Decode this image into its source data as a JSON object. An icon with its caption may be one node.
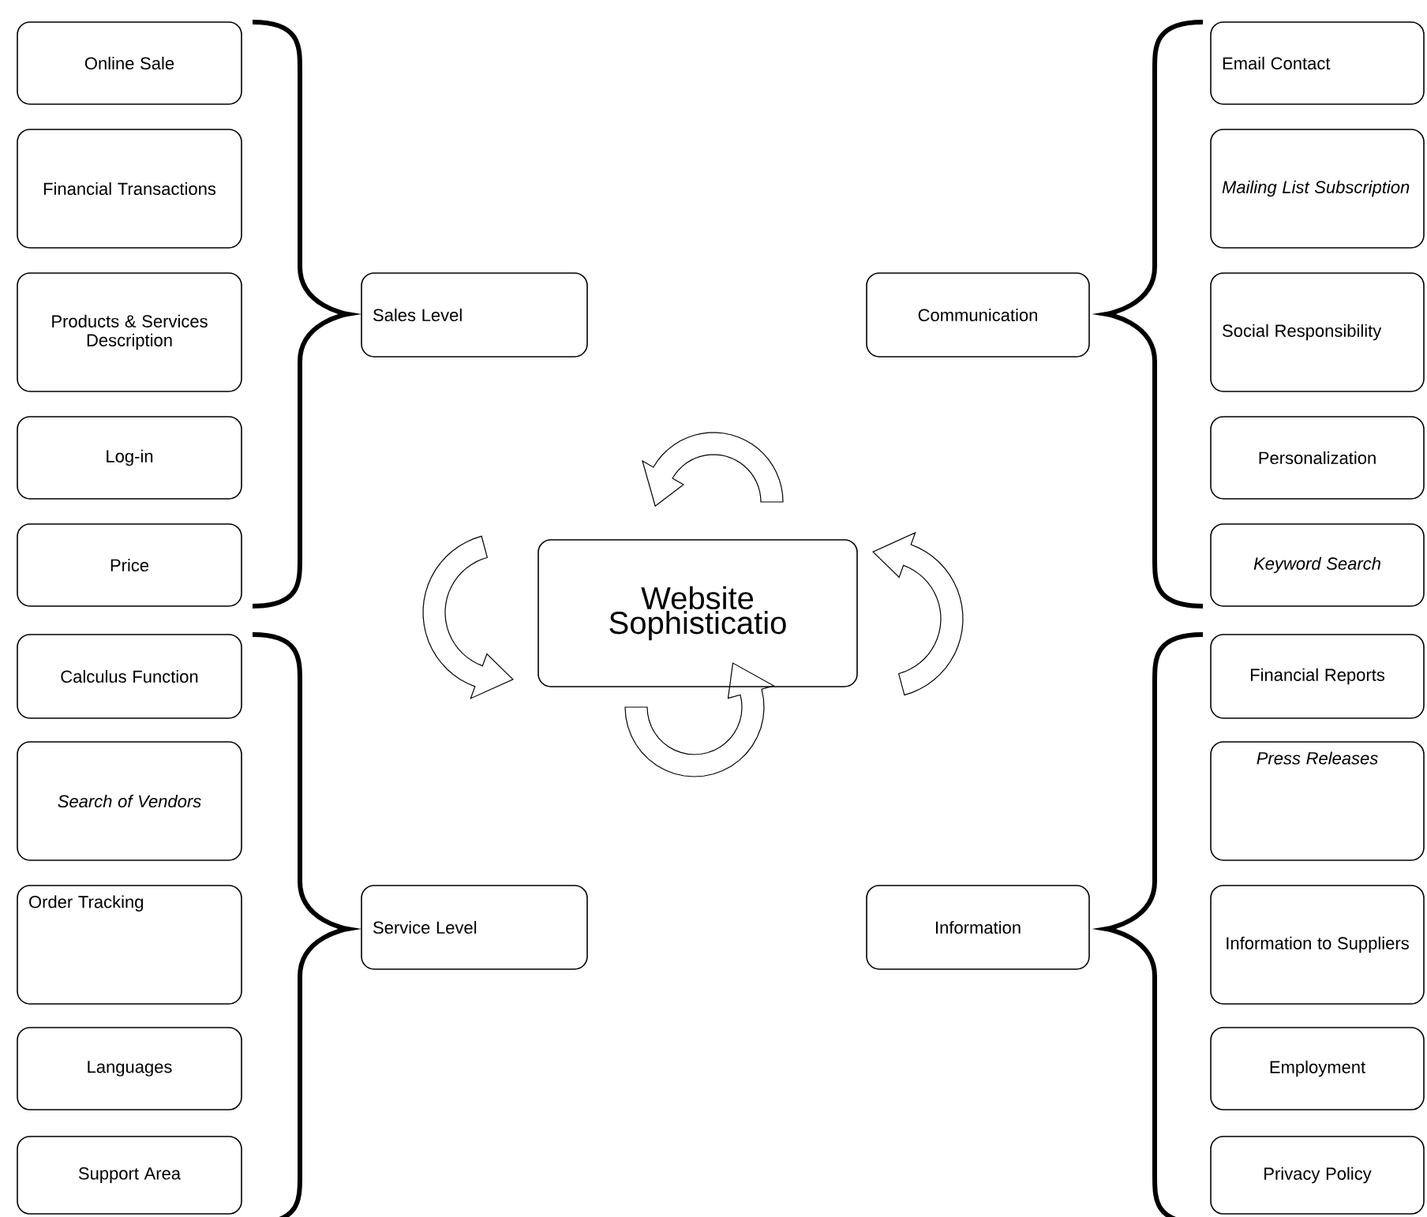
{
  "diagram": {
    "nodes": [
      {
        "text": [
          "Online Sale"
        ]
      },
      {
        "text": [
          "Financial Transactions"
        ]
      },
      {
        "text": [
          "Products & Services Description"
        ]
      },
      {
        "text": [
          "Log-in"
        ]
      },
      {
        "text": [
          "Price"
        ]
      },
      {
        "text": [
          "Sales Level"
        ]
      },
      {
        "text": [
          "Communication"
        ]
      },
      {
        "text": [
          "Email Contact"
        ]
      },
      {
        "text": [
          "Mailing List Subscription"
        ]
      },
      {
        "text": [
          "Social Responsibility"
        ]
      },
      {
        "text": [
          "Personalization"
        ]
      },
      {
        "text": [
          "Keyword Search"
        ]
      },
      {
        "text": [
          "Website Sophisticatio"
        ]
      },
      {
        "text": [
          "Calculus Function"
        ]
      },
      {
        "text": [
          "Search of Vendors"
        ]
      },
      {
        "text": [
          "Order Tracking"
        ]
      },
      {
        "text": [
          "Languages"
        ]
      },
      {
        "text": [
          "Support Area"
        ]
      },
      {
        "text": [
          "Service Level"
        ]
      },
      {
        "text": [
          "Information"
        ]
      },
      {
        "text": [
          "Financial Reports"
        ]
      },
      {
        "text": [
          "Press Releases"
        ]
      },
      {
        "text": [
          "Information to Suppliers"
        ]
      },
      {
        "text": [
          "Employment"
        ]
      },
      {
        "text": [
          "Privacy Policy"
        ]
      }
    ]
  }
}
